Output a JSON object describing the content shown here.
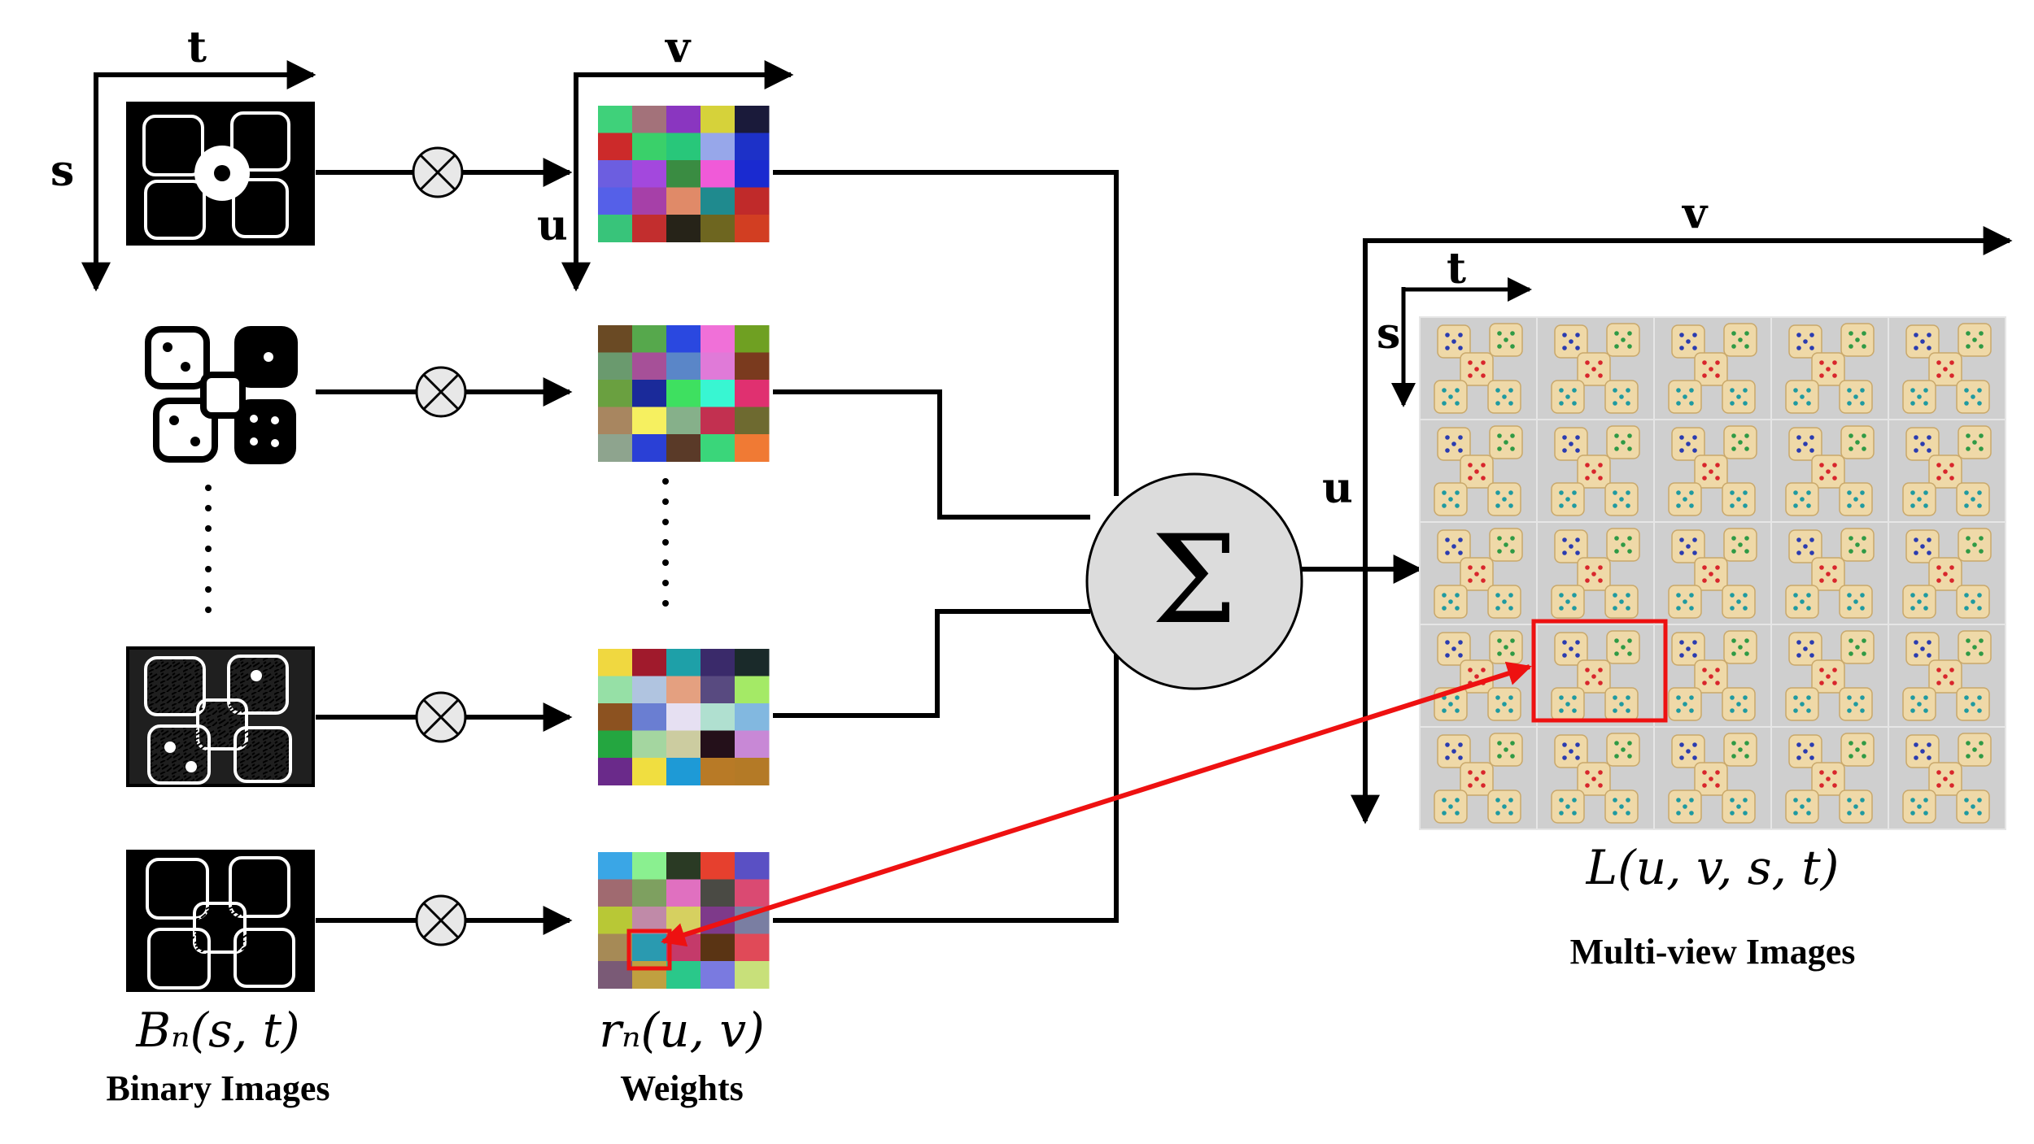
{
  "labels": {
    "binary_t": "t",
    "binary_s": "s",
    "weights_v": "v",
    "weights_u": "u",
    "mv_v": "v",
    "mv_u": "u",
    "mv_t": "t",
    "mv_s": "s",
    "sum_symbol": "Σ"
  },
  "captions": {
    "binary_formula": "Bₙ(s, t)",
    "binary_title": "Binary Images",
    "weights_formula": "rₙ(u, v)",
    "weights_title": "Weights",
    "multiview_formula": "L(u, v, s, t)",
    "multiview_title": "Multi-view Images"
  },
  "colors": {
    "highlight": "#ee1111",
    "line": "#000000",
    "sum_fill": "#dcdcdc",
    "multiview_bg": "#cfcfcf",
    "die_face": "#efd9a8",
    "pip_red": "#d8262c",
    "pip_green": "#2f9a45",
    "pip_teal": "#1f9aa0",
    "pip_blue": "#2b3cb0"
  },
  "weights": [
    {
      "colors": [
        [
          "#3fd17a",
          "#a3727a",
          "#8a36c0",
          "#d6d23a",
          "#1a1a3a"
        ],
        [
          "#cc2a2a",
          "#3ad06a",
          "#28c77a",
          "#97a7ea",
          "#1d31c8"
        ],
        [
          "#6c5ee0",
          "#a348dd",
          "#3a8c42",
          "#f05ad8",
          "#1a2ad0"
        ],
        [
          "#5560e8",
          "#a640a8",
          "#e08a68",
          "#1f8a8e",
          "#c02a2a"
        ],
        [
          "#38c47a",
          "#c22e2e",
          "#262318",
          "#6e6620",
          "#d23e22"
        ]
      ]
    },
    {
      "colors": [
        [
          "#6a4a24",
          "#56a84c",
          "#2a48e0",
          "#f070d8",
          "#6fa022"
        ],
        [
          "#6a9a6e",
          "#a65098",
          "#5a86c8",
          "#e07ad8",
          "#7a3a1e"
        ],
        [
          "#6aa040",
          "#1a2a9a",
          "#3ee060",
          "#38f6d2",
          "#e03070"
        ],
        [
          "#a88660",
          "#f6f060",
          "#86b08a",
          "#c23050",
          "#6e6a30"
        ],
        [
          "#8ea48e",
          "#2a40d6",
          "#5a3a28",
          "#3ad67a",
          "#f07a34"
        ]
      ]
    },
    {
      "colors": [
        [
          "#f0d840",
          "#a01a2c",
          "#1ea0a8",
          "#3a2a6a",
          "#1a2a2a"
        ],
        [
          "#96e0a6",
          "#b0c4e0",
          "#e4a080",
          "#584a80",
          "#a4ea66"
        ],
        [
          "#8c5220",
          "#6a7ed2",
          "#e6e0f2",
          "#b0e0d0",
          "#82b8e0"
        ],
        [
          "#24a640",
          "#a4d6a0",
          "#cccca0",
          "#24101a",
          "#c888d6"
        ],
        [
          "#6a2a8a",
          "#f0de40",
          "#1e9ad6",
          "#b87a26",
          "#b47a26"
        ]
      ]
    },
    {
      "colors": [
        [
          "#3aa6e6",
          "#8af090",
          "#2a3a24",
          "#e6402e",
          "#5a50c4"
        ],
        [
          "#a06a70",
          "#7ea060",
          "#e070c0",
          "#4a4a44",
          "#da4a72"
        ],
        [
          "#b8c836",
          "#c08aa8",
          "#d6d060",
          "#7e3a8a",
          "#7a7ea2"
        ],
        [
          "#a68a56",
          "#2a9ab0",
          "#c43a6a",
          "#5a3414",
          "#e04a58"
        ],
        [
          "#7a5a76",
          "#c0a040",
          "#2ac88a",
          "#7a7ae0",
          "#c8e07a"
        ]
      ]
    }
  ]
}
